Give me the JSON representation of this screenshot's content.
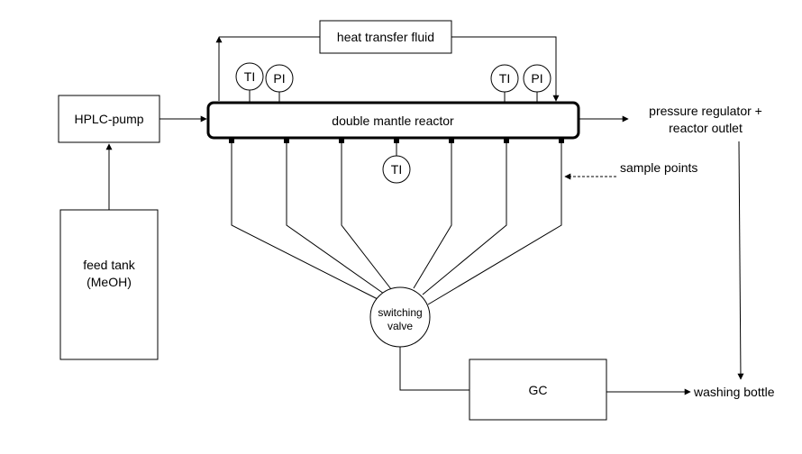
{
  "labels": {
    "heat_transfer_fluid": "heat transfer fluid",
    "hplc_pump": "HPLC-pump",
    "reactor": "double mantle reactor",
    "pressure_regulator_line1": "pressure regulator +",
    "pressure_regulator_line2": "reactor outlet",
    "sample_points": "sample points",
    "feed_tank_line1": "feed tank",
    "feed_tank_line2": "(MeOH)",
    "switching_valve_line1": "switching",
    "switching_valve_line2": "valve",
    "gc": "GC",
    "washing_bottle": "washing bottle"
  },
  "instruments": {
    "ti_left": "TI",
    "pi_left": "PI",
    "ti_right": "TI",
    "pi_right": "PI",
    "ti_bottom": "TI"
  }
}
